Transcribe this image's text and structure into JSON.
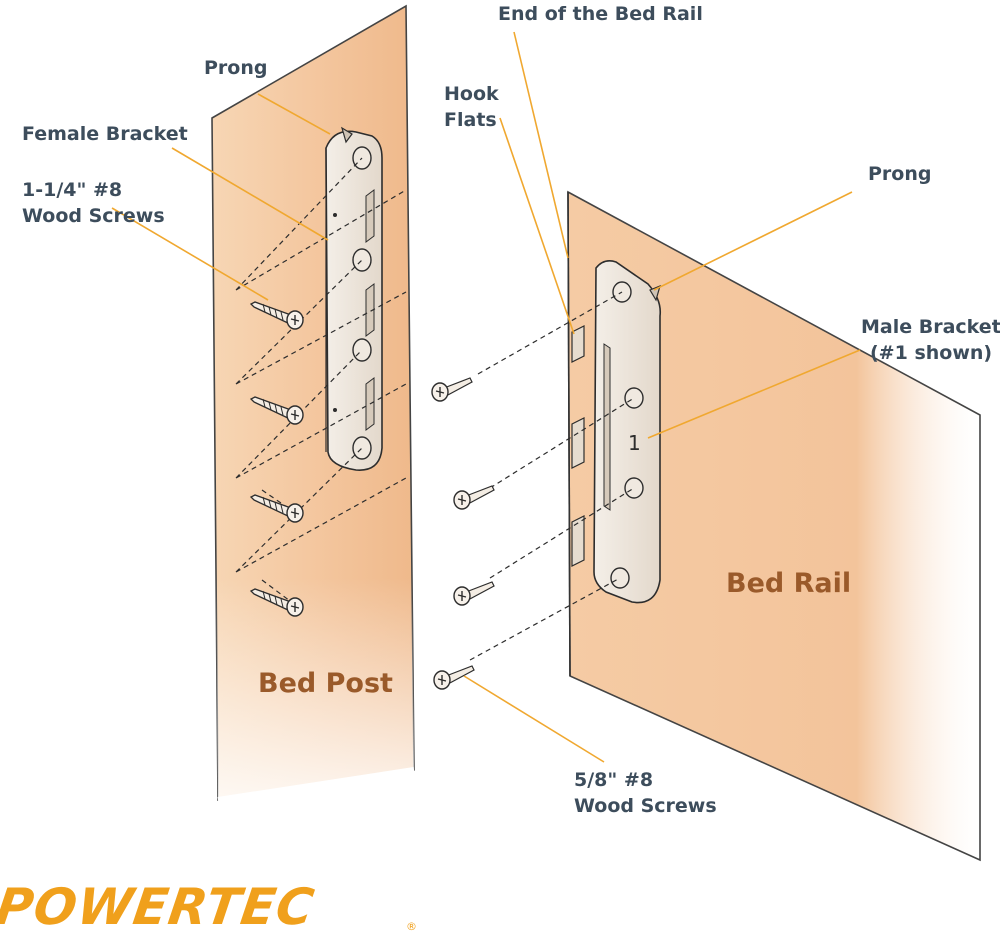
{
  "labels": {
    "prong_left": "Prong",
    "female_bracket": "Female Bracket",
    "screws_long_line1": "1-1/4\" #8",
    "screws_long_line2": "Wood Screws",
    "end_of_bed_rail": "End of the Bed Rail",
    "hook_flats_line1": "Hook",
    "hook_flats_line2": "Flats",
    "prong_right": "Prong",
    "male_bracket_line1": "Male Bracket",
    "male_bracket_line2": "(#1 shown)",
    "bed_post": "Bed Post",
    "bed_rail": "Bed Rail",
    "bracket_number": "1",
    "screws_short_line1": "5/8\" #8",
    "screws_short_line2": "Wood Screws"
  },
  "brand": {
    "logo_text": "POWERTEC",
    "registered_mark": "®"
  },
  "colors": {
    "callout_text": "#3d4d5c",
    "callout_line": "#f0a830",
    "part_label": "#9a5a2a",
    "wood": "#f3c49a",
    "logo": "#f0a01c"
  }
}
